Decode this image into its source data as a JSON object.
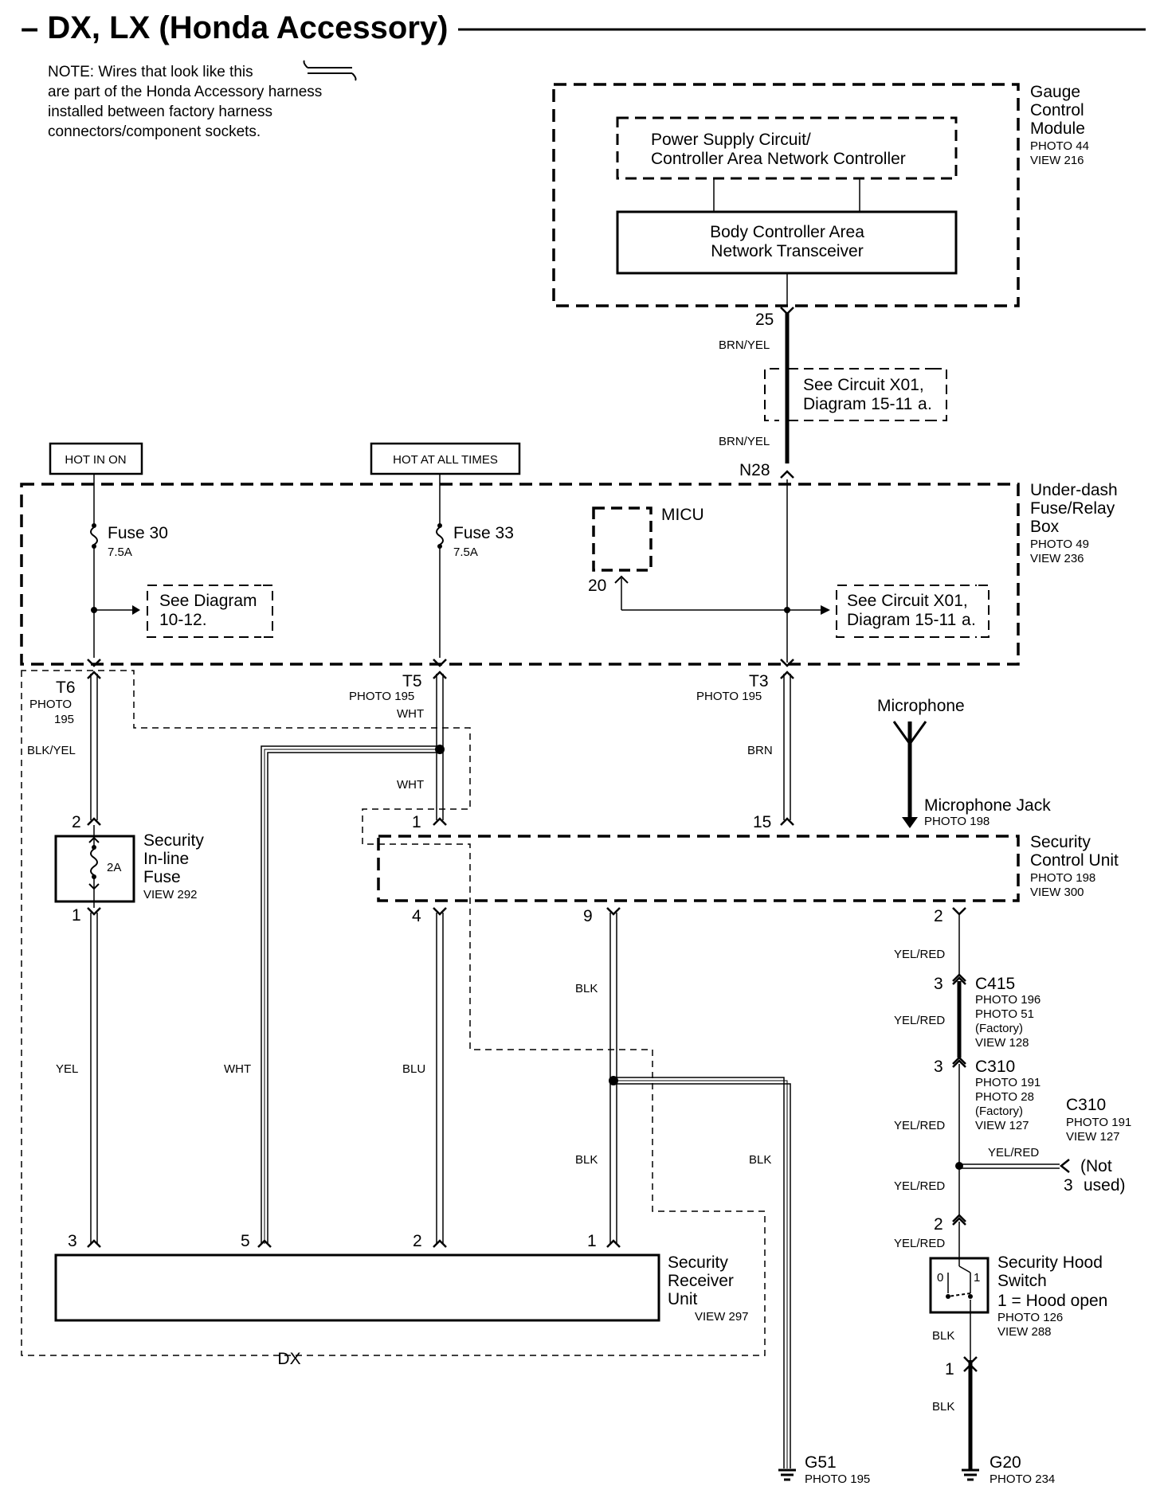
{
  "title": "– DX, LX (Honda Accessory)",
  "note": {
    "line1": "NOTE: Wires that look like this",
    "line2": "are part of the Honda Accessory harness",
    "line3": "installed between factory harness",
    "line4": "connectors/component sockets."
  },
  "gauge": {
    "name1": "Gauge",
    "name2": "Control",
    "name3": "Module",
    "photo": "PHOTO 44",
    "view": "VIEW 216",
    "psc1": "Power Supply Circuit/",
    "psc2": "Controller Area Network Controller",
    "bcan1": "Body Controller Area",
    "bcan2": "Network Transceiver",
    "pin": "25"
  },
  "wire_brnyel": {
    "top": "BRN/YEL",
    "bottom": "BRN/YEL"
  },
  "see_x01": {
    "line1": "See Circuit X01,",
    "line2": "Diagram 15-11",
    "suffix": "a",
    "dot": "."
  },
  "hot_in_on": "HOT IN ON",
  "hot_all_times": "HOT AT ALL TIMES",
  "n28": "N28",
  "fusebox": {
    "name1": "Under-dash",
    "name2": "Fuse/Relay",
    "name3": "Box",
    "photo": "PHOTO 49",
    "view": "VIEW 236",
    "fuse30": "Fuse 30",
    "fuse30_rating": "7.5A",
    "fuse33": "Fuse 33",
    "fuse33_rating": "7.5A",
    "micu": "MICU",
    "micu_pin": "20",
    "see_diag1": "See Diagram",
    "see_diag2": "10-12.",
    "see_x01_1": "See Circuit X01,",
    "see_x01_2": "Diagram 15-11",
    "see_x01_suffix": "a",
    "see_x01_dot": "."
  },
  "t6": {
    "pin": "T6",
    "photo": "PHOTO",
    "num": "195",
    "wire": "BLK/YEL"
  },
  "t5": {
    "pin": "T5",
    "photo": "PHOTO 195",
    "wire": "WHT",
    "wire2": "WHT"
  },
  "t3": {
    "pin": "T3",
    "photo": "PHOTO 195",
    "wire": "BRN"
  },
  "microphone": {
    "label": "Microphone",
    "jack": "Microphone Jack",
    "photo": "PHOTO 198"
  },
  "inline_fuse": {
    "pin_top": "2",
    "pin_bottom": "1",
    "rating": "2A",
    "name1": "Security",
    "name2": "In-line",
    "name3": "Fuse",
    "view": "VIEW 292"
  },
  "scu": {
    "name1": "Security",
    "name2": "Control Unit",
    "photo": "PHOTO 198",
    "view": "VIEW 300",
    "pin1": "1",
    "pin15": "15",
    "pin4": "4",
    "pin9": "9",
    "pin2": "2"
  },
  "wires": {
    "yel": "YEL",
    "wht": "WHT",
    "blu": "BLU",
    "blk_a": "BLK",
    "blk_b": "BLK",
    "blk_c": "BLK"
  },
  "sru": {
    "pin3": "3",
    "pin5": "5",
    "pin2": "2",
    "pin1": "1",
    "name1": "Security",
    "name2": "Receiver",
    "name3": "Unit",
    "view": "VIEW 297"
  },
  "dx": "DX",
  "c415": {
    "pin": "3",
    "name": "C415",
    "photo1": "PHOTO 196",
    "photo2": "PHOTO 51",
    "factory": "(Factory)",
    "view": "VIEW 128"
  },
  "c310": {
    "pin": "3",
    "name": "C310",
    "photo1": "PHOTO 191",
    "photo2": "PHOTO 28",
    "factory": "(Factory)",
    "view": "VIEW 127"
  },
  "c310b": {
    "name": "C310",
    "photo": "PHOTO 191",
    "view": "VIEW 127",
    "pin": "3",
    "not1": "(Not",
    "not2": "used)"
  },
  "yelred": {
    "a": "YEL/RED",
    "b": "YEL/RED",
    "c": "YEL/RED",
    "d": "YEL/RED",
    "e": "YEL/RED",
    "f": "YEL/RED"
  },
  "hood": {
    "pin2": "2",
    "name1": "Security Hood",
    "name2": "Switch",
    "state": "1 = Hood open",
    "photo": "PHOTO 126",
    "view": "VIEW 288",
    "sw0": "0",
    "sw1": "1",
    "blk1": "BLK",
    "pin1": "1",
    "blk2": "BLK"
  },
  "g51": {
    "name": "G51",
    "photo": "PHOTO 195"
  },
  "g20": {
    "name": "G20",
    "photo": "PHOTO 234"
  }
}
